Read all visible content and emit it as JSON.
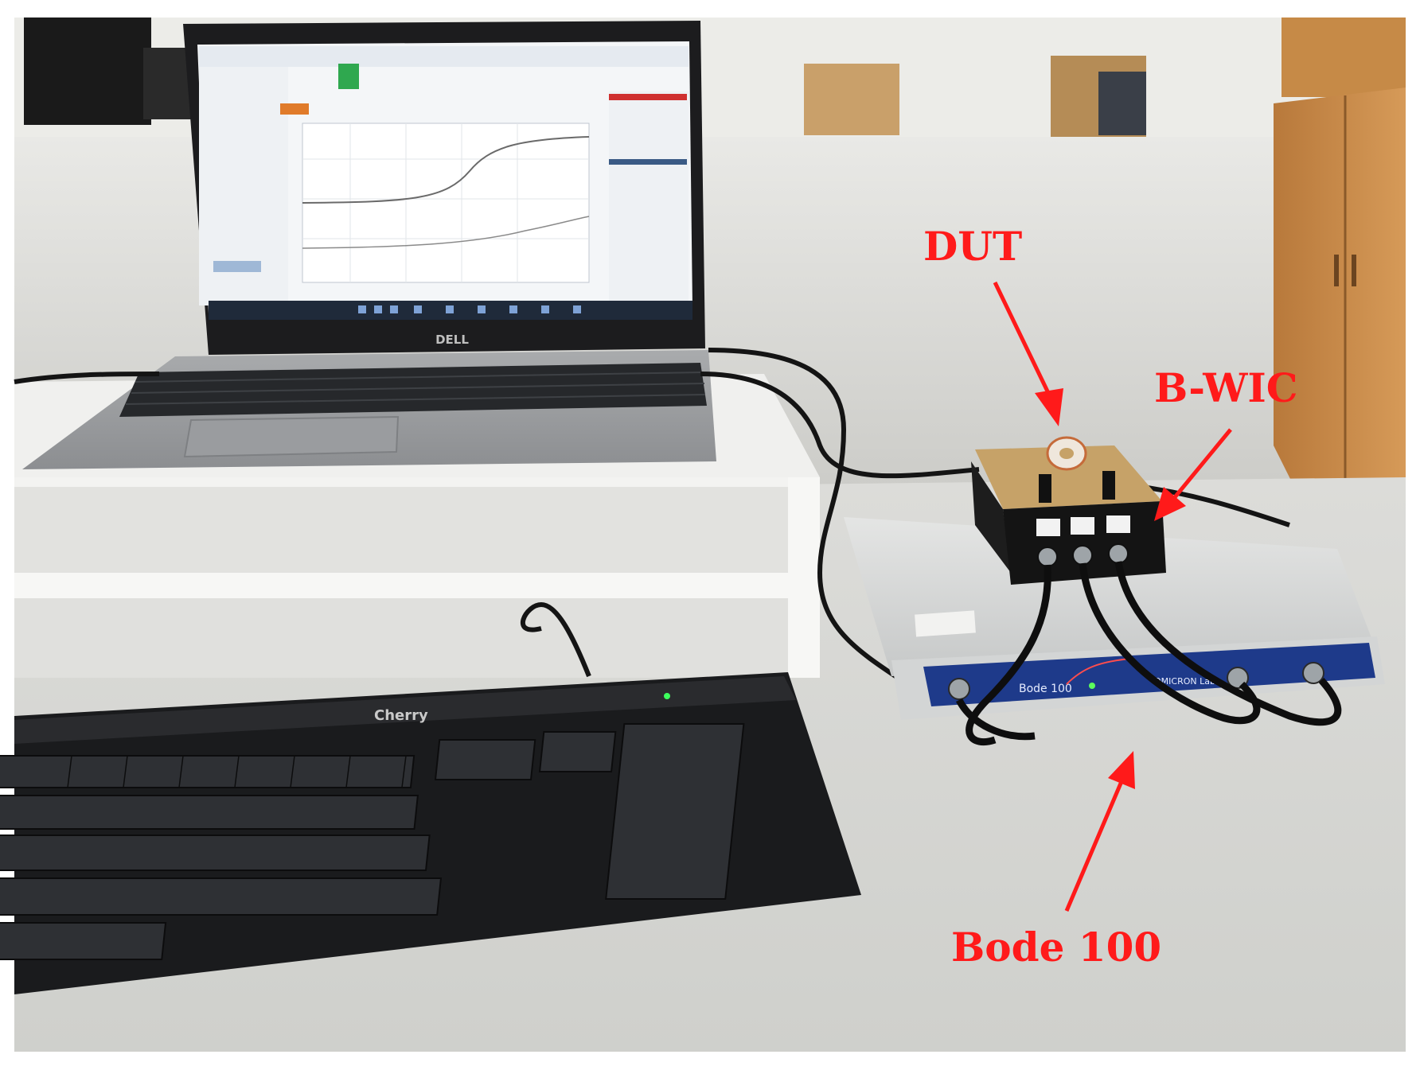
{
  "annotations": {
    "dut": "DUT",
    "bwic": "B-WIC",
    "bode": "Bode 100"
  },
  "photo": {
    "laptop_brand": "DELL",
    "keyboard_brand": "Cherry",
    "analyzer_model": "Bode 100",
    "analyzer_maker": "OMICRON Lab"
  },
  "colors": {
    "annotation": "#ff1a1a",
    "background": "#ffffff",
    "desk": "#d8d9d6",
    "analyzer_panel": "#1e3a8a"
  }
}
